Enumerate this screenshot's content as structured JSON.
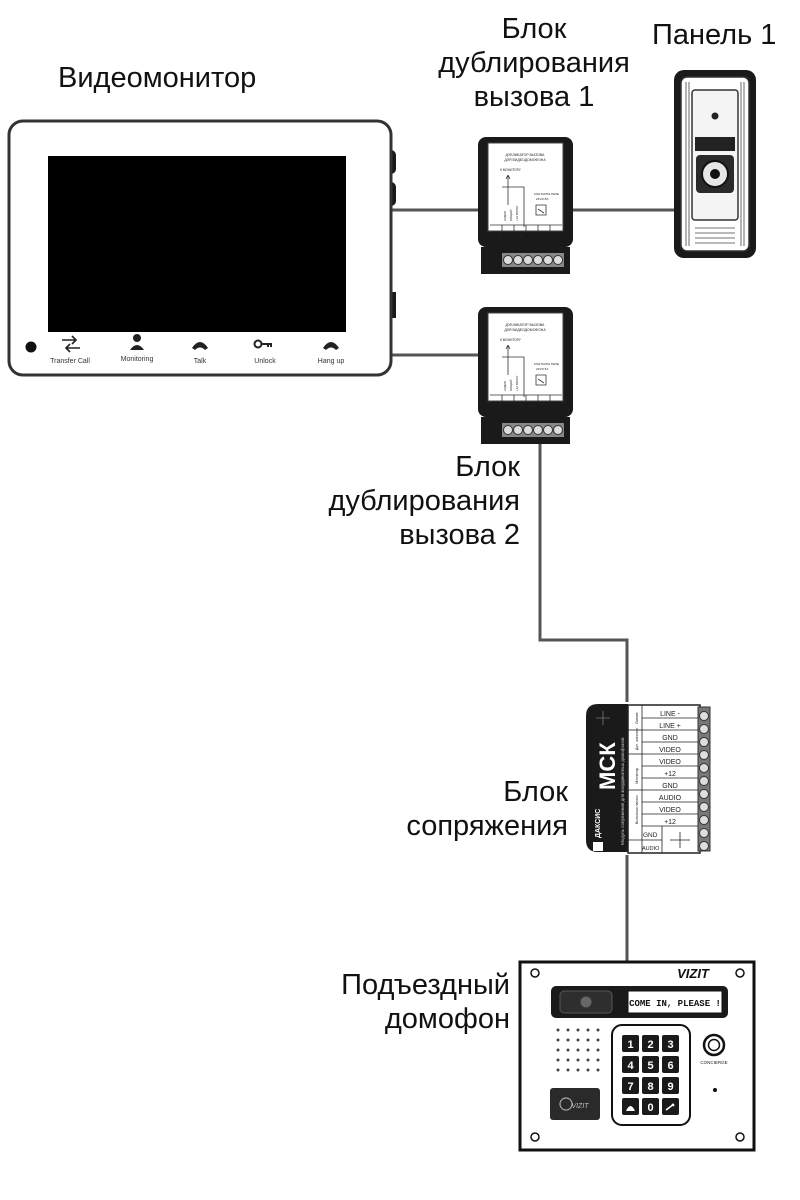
{
  "labels": {
    "monitor": "Видеомонитор",
    "duplicator1": [
      "Блок",
      "дублирования",
      "вызова 1"
    ],
    "panel1": "Панель 1",
    "duplicator2": [
      "Блок",
      "дублирования",
      "вызова 2"
    ],
    "interface": [
      "Блок",
      "сопряжения"
    ],
    "entrance": [
      "Подъездный",
      "домофон"
    ]
  },
  "monitor": {
    "buttons": [
      "Transfer Call",
      "Monitoring",
      "Talk",
      "Unlock",
      "Hang up"
    ]
  },
  "duplicator_device": {
    "title_lines": [
      "ДУБЛИКАТОР ВЫЗОВА",
      "ДЛЯ ВИДЕОДОМОФОНА"
    ],
    "to_monitor": "К МОНИТОРУ",
    "contacts": "КОНТАКТЫ РЕЛЕ",
    "contacts_rating": "24V/0.5A",
    "wire_labels": [
      "АУДИО",
      "ОБЩИЙ",
      "+12 ВОЛЬТ"
    ],
    "terminals": [
      "A",
      "⊥",
      "+",
      "NC",
      "NO",
      "C"
    ]
  },
  "msk_device": {
    "brand": "ДАКСИС",
    "model": "МСК",
    "side_text": "Модуль сопряжения для координатных домофонов",
    "group_labels": [
      "Линия",
      "Доп. монитор",
      "Монитор",
      "Вызывная панель"
    ],
    "terminals": [
      "LINE -",
      "LINE +",
      "GND",
      "VIDEO",
      "VIDEO",
      "+12",
      "GND",
      "AUDIO",
      "VIDEO",
      "+12"
    ],
    "bottom_terminals": [
      "GND",
      "AUDIO"
    ]
  },
  "entrance_panel": {
    "brand": "VIZIT",
    "display_text": "COME IN, PLEASE !",
    "keys": [
      "1",
      "2",
      "3",
      "4",
      "5",
      "6",
      "7",
      "8",
      "9",
      "",
      "0",
      ""
    ],
    "call_button": "CONCIERGE",
    "reader_label": "VIZIT"
  },
  "colors": {
    "wire": "#555555",
    "device_dark": "#1a1a1a",
    "monitor_frame": "#ffffff",
    "screen": "#000000"
  }
}
